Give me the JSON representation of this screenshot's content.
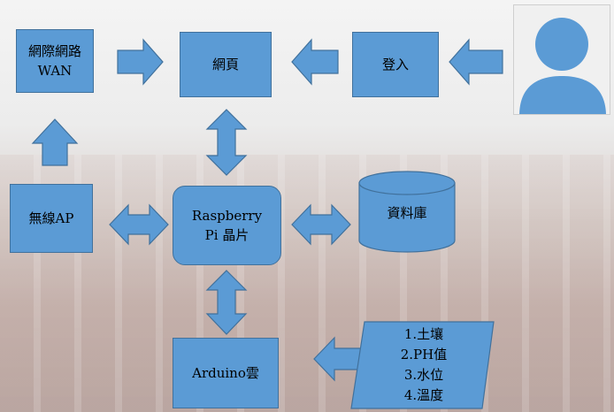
{
  "nodes": {
    "wan": "網際網路\nWAN",
    "webpage": "網頁",
    "login": "登入",
    "wireless_ap": "無線AP",
    "raspberry_pi": "Raspberry\nPi 晶片",
    "database": "資料庫",
    "arduino_cloud": "Arduino雲",
    "sensor_data": "1.土壤\n2.PH值\n3.水位\n4.溫度"
  },
  "icons": {
    "user": "user-avatar-icon"
  },
  "colors": {
    "shape_fill": "#5b9bd5",
    "shape_border": "#41719c",
    "avatar_fill": "#5b9bd5"
  }
}
